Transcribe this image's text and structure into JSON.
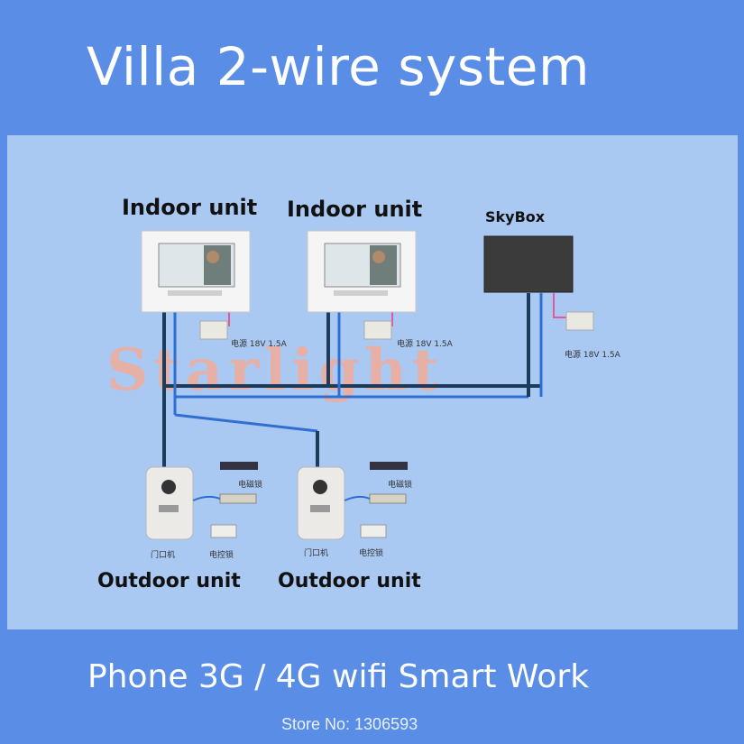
{
  "title": "Villa 2-wire system",
  "footer": "Phone 3G / 4G wifi Smart Work",
  "store": "Store No: 1306593",
  "watermark": "Starlight",
  "labels": {
    "indoor1": "Indoor unit",
    "indoor2": "Indoor unit",
    "skybox": "SkyBox",
    "outdoor1": "Outdoor unit",
    "outdoor2": "Outdoor unit"
  },
  "power": {
    "p1": "电源 18V 1.5A",
    "p2": "电源 18V 1.5A",
    "p3": "电源 18V 1.5A"
  },
  "parts": {
    "door1": "门口机",
    "lock1": "电控锁",
    "door2": "门口机",
    "lock2": "电控锁",
    "ctrl1": "电磁锁",
    "ctrl2": "电磁锁"
  },
  "colors": {
    "background": "#5a8ee6",
    "panel": "#a9c8f2",
    "wire_dark": "#1f3b5c",
    "wire_blue": "#2f6fd0",
    "wire_pink": "#e05aa0",
    "skybox": "#3b3b3b"
  }
}
